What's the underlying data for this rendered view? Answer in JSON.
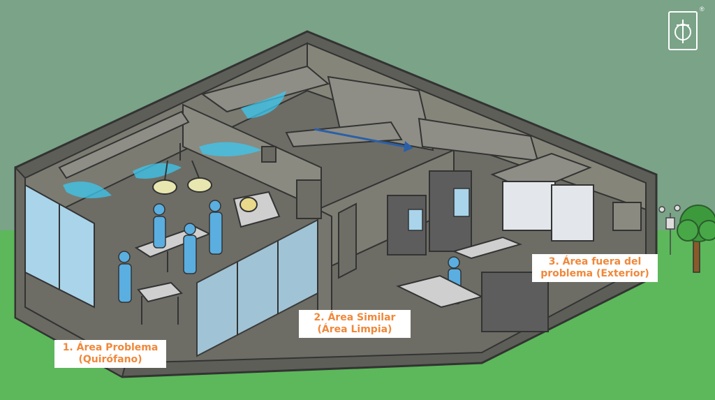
{
  "labels": {
    "area1": {
      "line1": "1. Área Problema",
      "line2": "(Quirófano)"
    },
    "area2": {
      "line1": "2. Área Similar",
      "line2": "(Área Limpia)"
    },
    "area3": {
      "line1": "3. Área fuera del",
      "line2": "problema (Exterior)"
    }
  },
  "logo": {
    "mark": "®"
  },
  "colors": {
    "sky": "#7aa388",
    "grass": "#5cb85a",
    "wall": "#7b7b72",
    "floor": "#6d6d66",
    "airflow": "#3cc8f0",
    "staff": "#5aaee0",
    "label_text": "#f0883a"
  }
}
